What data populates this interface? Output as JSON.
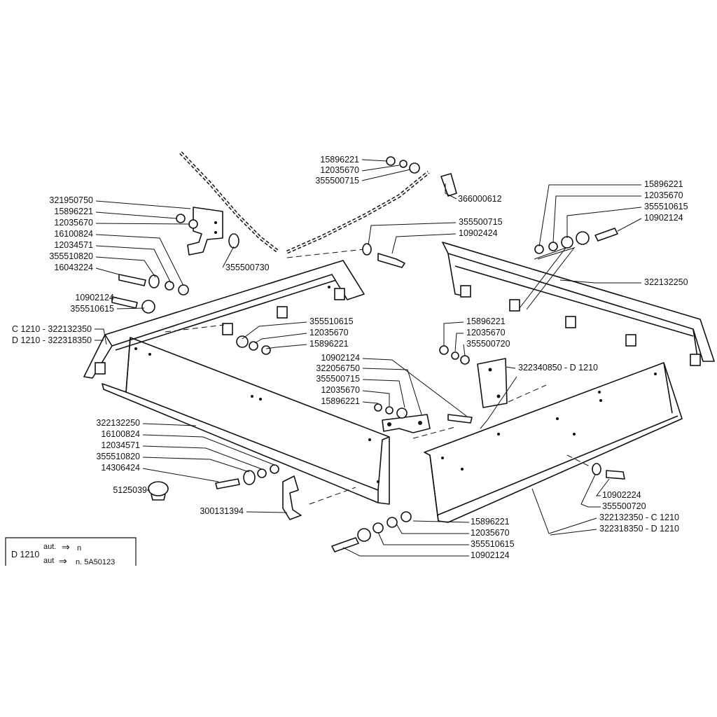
{
  "labels": {
    "l01": "15896221",
    "l02": "12035670",
    "l03": "355500715",
    "l04": "366000612",
    "l05": "321950750",
    "l06": "15896221",
    "l07": "12035670",
    "l08": "16100824",
    "l09": "12034571",
    "l10": "355510820",
    "l11": "16043224",
    "l12": "355500730",
    "l13": "355500715",
    "l14": "10902424",
    "l15": "15896221",
    "l16": "12035670",
    "l17": "355510615",
    "l18": "10902124",
    "l19": "322132250",
    "l20": "10902124",
    "l21": "355510615",
    "l22": "C 1210 - 322132350",
    "l23": "D 1210 - 322318350",
    "l24": "355510615",
    "l25": "12035670",
    "l26": "15896221",
    "l27": "15896221",
    "l28": "12035670",
    "l29": "355500720",
    "l30": "10902124",
    "l31": "322056750",
    "l32": "355500715",
    "l33": "12035670",
    "l34": "15896221",
    "l35": "322340850 - D 1210",
    "l36": "322132250",
    "l37": "16100824",
    "l38": "12034571",
    "l39": "355510820",
    "l40": "14306424",
    "l41": "5125039",
    "l42": "300131394",
    "l43": "10902224",
    "l44": "355500720",
    "l45": "322132350 - C 1210",
    "l46": "322318350 - D 1210",
    "l47": "15896221",
    "l48": "12035670",
    "l49": "355510615",
    "l50": "10902124"
  },
  "note_box": {
    "model": "D 1210",
    "line1_prefix": "aut.",
    "line1_arrow": "⇒",
    "line1_value": "n",
    "line2_prefix": "aut",
    "line2_arrow": "⇒",
    "line2_value": "n. 5A50123"
  }
}
